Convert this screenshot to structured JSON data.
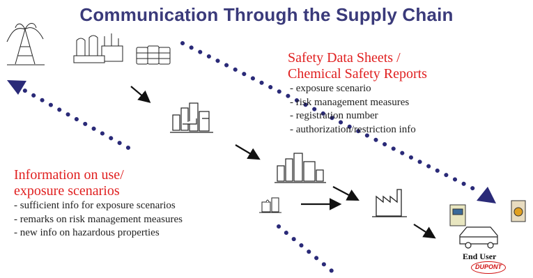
{
  "title": "Communication Through the Supply Chain",
  "downstream": {
    "heading": [
      "Safety Data Sheets /",
      "Chemical Safety Reports"
    ],
    "items": [
      "- exposure scenario",
      "- risk management measures",
      "- registration number",
      "- authorization/restriction info"
    ]
  },
  "upstream": {
    "heading": [
      "Information on use/",
      "exposure scenarios"
    ],
    "items": [
      "- sufficient info for exposure scenarios",
      "- remarks on risk management measures",
      "- new info on hazardous properties"
    ]
  },
  "end_user_label": "End User",
  "logo_text": "DUPONT",
  "colors": {
    "title": "#3a3a7a",
    "heading": "#e02020",
    "dots": "#2a2a78",
    "text": "#222222"
  },
  "icons": [
    "oil-well-icon",
    "refinery-icon",
    "drums-icon",
    "chemical-plant-icon",
    "formulator-plant-icon",
    "small-plant-icon",
    "factory-icon",
    "end-user-car-icon"
  ]
}
